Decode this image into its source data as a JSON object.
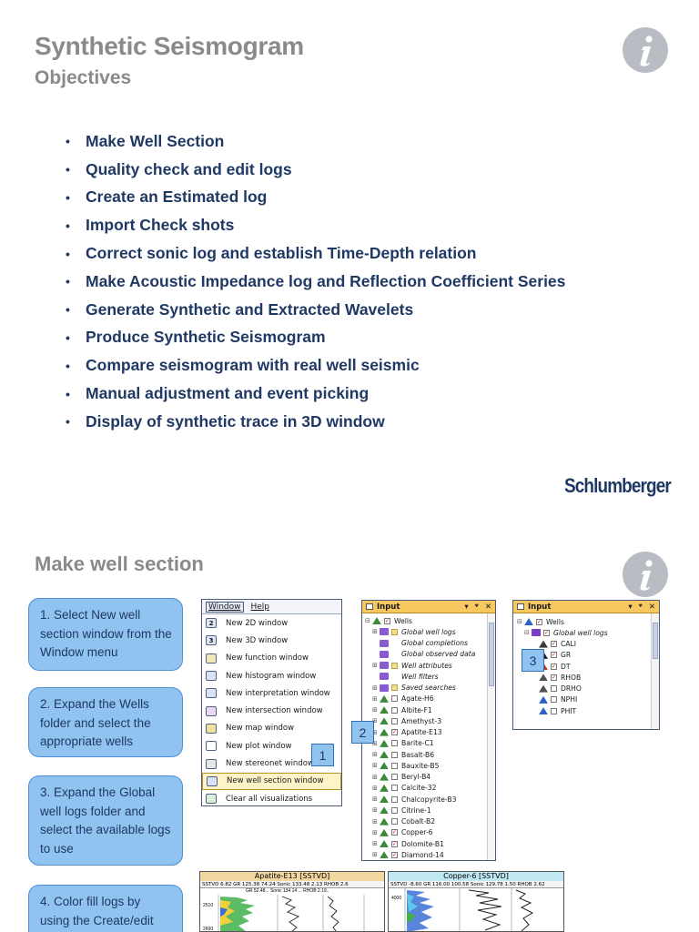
{
  "slide1": {
    "title": "Synthetic Seismogram",
    "subtitle": "Objectives",
    "objectives": [
      "Make Well Section",
      "Quality check and edit logs",
      "Create an Estimated log",
      "Import Check shots",
      "Correct sonic log and establish Time-Depth relation",
      "Make Acoustic Impedance log and Reflection Coefficient Series",
      "Generate Synthetic and Extracted Wavelets",
      "Produce Synthetic Seismogram",
      "Compare seismogram with real well seismic",
      "Manual adjustment and event picking",
      "Display of synthetic trace in 3D window"
    ],
    "brand": "Schlumberger",
    "bullet": "•"
  },
  "slide2": {
    "title": "Make well section",
    "steps": [
      "1. Select New well section window from the Window menu",
      "2. Expand the Wells folder and select the appropriate wells",
      "3. Expand the Global well logs folder and select the available logs to use",
      "4. Color fill logs by using the Create/edit"
    ],
    "window_menu": {
      "menu_bar": [
        "Window",
        "Help"
      ],
      "items": [
        {
          "icon": "2",
          "label": "New 2D window"
        },
        {
          "icon": "3",
          "label": "New 3D window"
        },
        {
          "icon": "",
          "label": "New function window"
        },
        {
          "icon": "",
          "label": "New histogram window"
        },
        {
          "icon": "",
          "label": "New interpretation window"
        },
        {
          "icon": "",
          "label": "New intersection window"
        },
        {
          "icon": "",
          "label": "New map window"
        },
        {
          "icon": "",
          "label": "New plot window"
        },
        {
          "icon": "",
          "label": "New stereonet window"
        },
        {
          "icon": "",
          "label": "New well section window"
        },
        {
          "icon": "",
          "label": "Clear all visualizations"
        }
      ],
      "callout": "1"
    },
    "input_wells": {
      "header": "Input",
      "controls": [
        "▾",
        "ᵠ",
        "✕"
      ],
      "callout": "2",
      "rows": [
        {
          "pm": "⊟",
          "check": true,
          "label": "Wells",
          "italic": false,
          "indent": 0
        },
        {
          "pm": "⊞",
          "check": false,
          "label": "Global well logs",
          "italic": true,
          "indent": 1
        },
        {
          "pm": "",
          "check": null,
          "label": "Global completions",
          "italic": true,
          "indent": 1
        },
        {
          "pm": "",
          "check": null,
          "label": "Global observed data",
          "italic": true,
          "indent": 1
        },
        {
          "pm": "⊞",
          "check": false,
          "label": "Well attributes",
          "italic": true,
          "indent": 1
        },
        {
          "pm": "",
          "check": null,
          "label": "Well filters",
          "italic": true,
          "indent": 1
        },
        {
          "pm": "⊞",
          "check": false,
          "label": "Saved searches",
          "italic": true,
          "indent": 1
        },
        {
          "pm": "⊞",
          "check": false,
          "label": "Agate-H6",
          "italic": false,
          "indent": 1
        },
        {
          "pm": "⊞",
          "check": false,
          "label": "Albite-F1",
          "italic": false,
          "indent": 1
        },
        {
          "pm": "⊞",
          "check": false,
          "label": "Amethyst-3",
          "italic": false,
          "indent": 1
        },
        {
          "pm": "⊞",
          "check": true,
          "label": "Apatite-E13",
          "italic": false,
          "indent": 1
        },
        {
          "pm": "⊞",
          "check": false,
          "label": "Barite-C1",
          "italic": false,
          "indent": 1
        },
        {
          "pm": "⊞",
          "check": false,
          "label": "Basalt-B6",
          "italic": false,
          "indent": 1
        },
        {
          "pm": "⊞",
          "check": false,
          "label": "Bauxite-B5",
          "italic": false,
          "indent": 1
        },
        {
          "pm": "⊞",
          "check": false,
          "label": "Beryl-B4",
          "italic": false,
          "indent": 1
        },
        {
          "pm": "⊞",
          "check": false,
          "label": "Calcite-32",
          "italic": false,
          "indent": 1
        },
        {
          "pm": "⊞",
          "check": false,
          "label": "Chalcopyrite-B3",
          "italic": false,
          "indent": 1
        },
        {
          "pm": "⊞",
          "check": false,
          "label": "Citrine-1",
          "italic": false,
          "indent": 1
        },
        {
          "pm": "⊞",
          "check": false,
          "label": "Cobalt-B2",
          "italic": false,
          "indent": 1
        },
        {
          "pm": "⊞",
          "check": true,
          "label": "Copper-6",
          "italic": false,
          "indent": 1
        },
        {
          "pm": "⊞",
          "check": true,
          "label": "Dolomite-B1",
          "italic": false,
          "indent": 1
        },
        {
          "pm": "⊞",
          "check": true,
          "label": "Diamond-14",
          "italic": false,
          "indent": 1
        }
      ]
    },
    "input_logs": {
      "header": "Input",
      "controls": [
        "▾",
        "ᵠ",
        "✕"
      ],
      "callout": "3",
      "rows": [
        {
          "pm": "⊟",
          "check": true,
          "label": "Wells",
          "italic": false,
          "indent": 0,
          "icon": "#2a60c8"
        },
        {
          "pm": "⊟",
          "check": true,
          "label": "Global well logs",
          "italic": true,
          "indent": 1,
          "icon": "#7a3cc8"
        },
        {
          "pm": "",
          "check": true,
          "label": "CALI",
          "italic": false,
          "indent": 2,
          "icon": "#3a3a3a"
        },
        {
          "pm": "",
          "check": true,
          "label": "GR",
          "italic": false,
          "indent": 2,
          "icon": "#1a1a1a"
        },
        {
          "pm": "",
          "check": true,
          "label": "DT",
          "italic": false,
          "indent": 2,
          "icon": "#c03030"
        },
        {
          "pm": "",
          "check": true,
          "label": "RHOB",
          "italic": false,
          "indent": 2,
          "icon": "#505050"
        },
        {
          "pm": "",
          "check": false,
          "label": "DRHO",
          "italic": false,
          "indent": 2,
          "icon": "#505050"
        },
        {
          "pm": "",
          "check": false,
          "label": "NPHI",
          "italic": false,
          "indent": 2,
          "icon": "#2a60c8"
        },
        {
          "pm": "",
          "check": false,
          "label": "PHIT",
          "italic": false,
          "indent": 2,
          "icon": "#2a60c8"
        }
      ]
    },
    "well_section_left": {
      "title": "Apatite-E13 [SSTVD]",
      "columns": "SSTVD  6.82  GR  125.38  74.24 Sonic 133.48  2.13 RHOB 2.6",
      "sub_labels": "GR 52.48...  Sonic 134.14 ... RHOB 2.19..",
      "depth_labels": [
        "2510",
        "2600"
      ]
    },
    "well_section_right": {
      "title": "Copper-6 [SSTVD]",
      "columns": "SSTVD  -8.60  GR  116.00 100.58 Sonic 129.78 1.50 RHOB 2.62",
      "depth_labels": [
        "4000"
      ]
    }
  },
  "colors": {
    "title_gray": "#8a8a8a",
    "bullet_navy": "#1f3864",
    "step_fill": "#90c3f0",
    "step_border": "#4f8fd6",
    "input_header": "#f8c860"
  },
  "icons": [
    "info-icon",
    "info-icon"
  ]
}
